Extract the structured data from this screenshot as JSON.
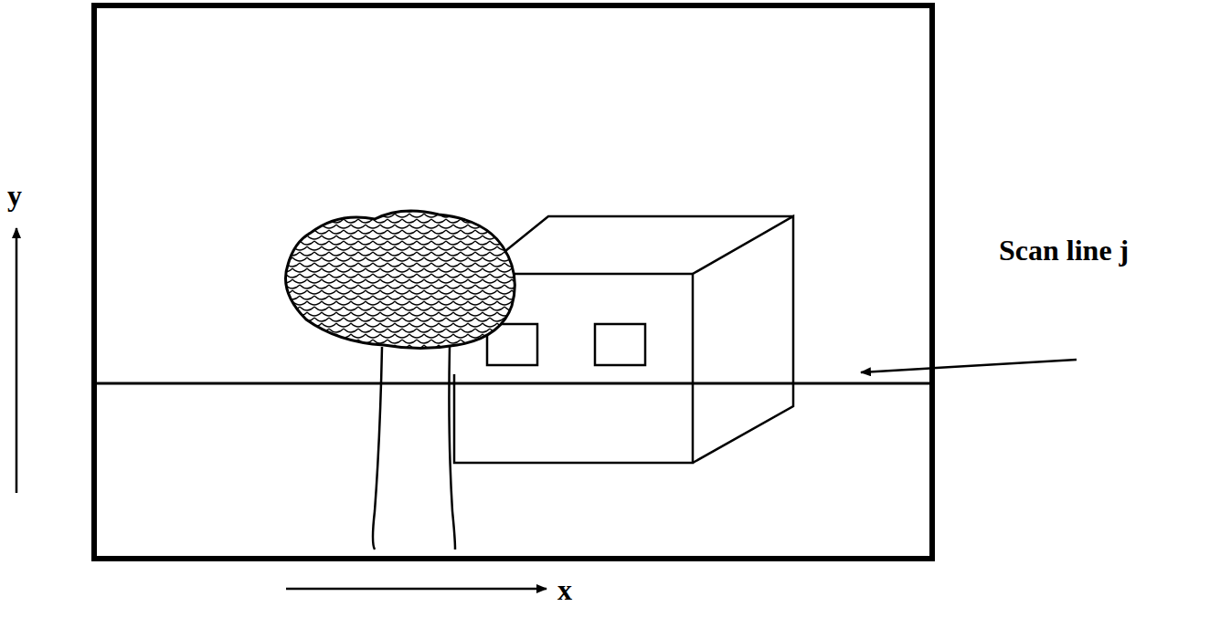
{
  "diagram": {
    "labels": [
      "y",
      "x",
      "Scan line j"
    ]
  }
}
